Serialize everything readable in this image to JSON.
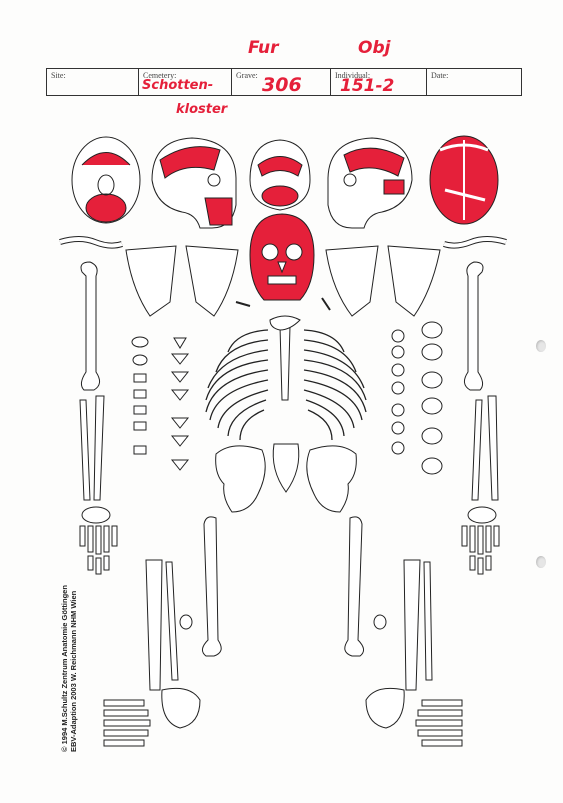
{
  "form": {
    "site_label": "Site:",
    "cemetery_label": "Cemetery:",
    "grave_label": "Grave:",
    "individual_label": "Individual:",
    "date_label": "Date:"
  },
  "handwriting": {
    "top_left": "Fur",
    "top_right": "Obj",
    "cemetery_line1": "Schotten-",
    "cemetery_line2": "kloster",
    "grave": "306",
    "individual": "151-2"
  },
  "credits": {
    "line1": "© 1994 M.Schultz Zentrum Anatomie  Göttingen",
    "line2": "EBV-Adaption 2003 W. Reichmann    NHM Wien"
  },
  "colors": {
    "ink": "#222222",
    "marker_red": "#e5203a",
    "paper": "#fdfdfc"
  }
}
